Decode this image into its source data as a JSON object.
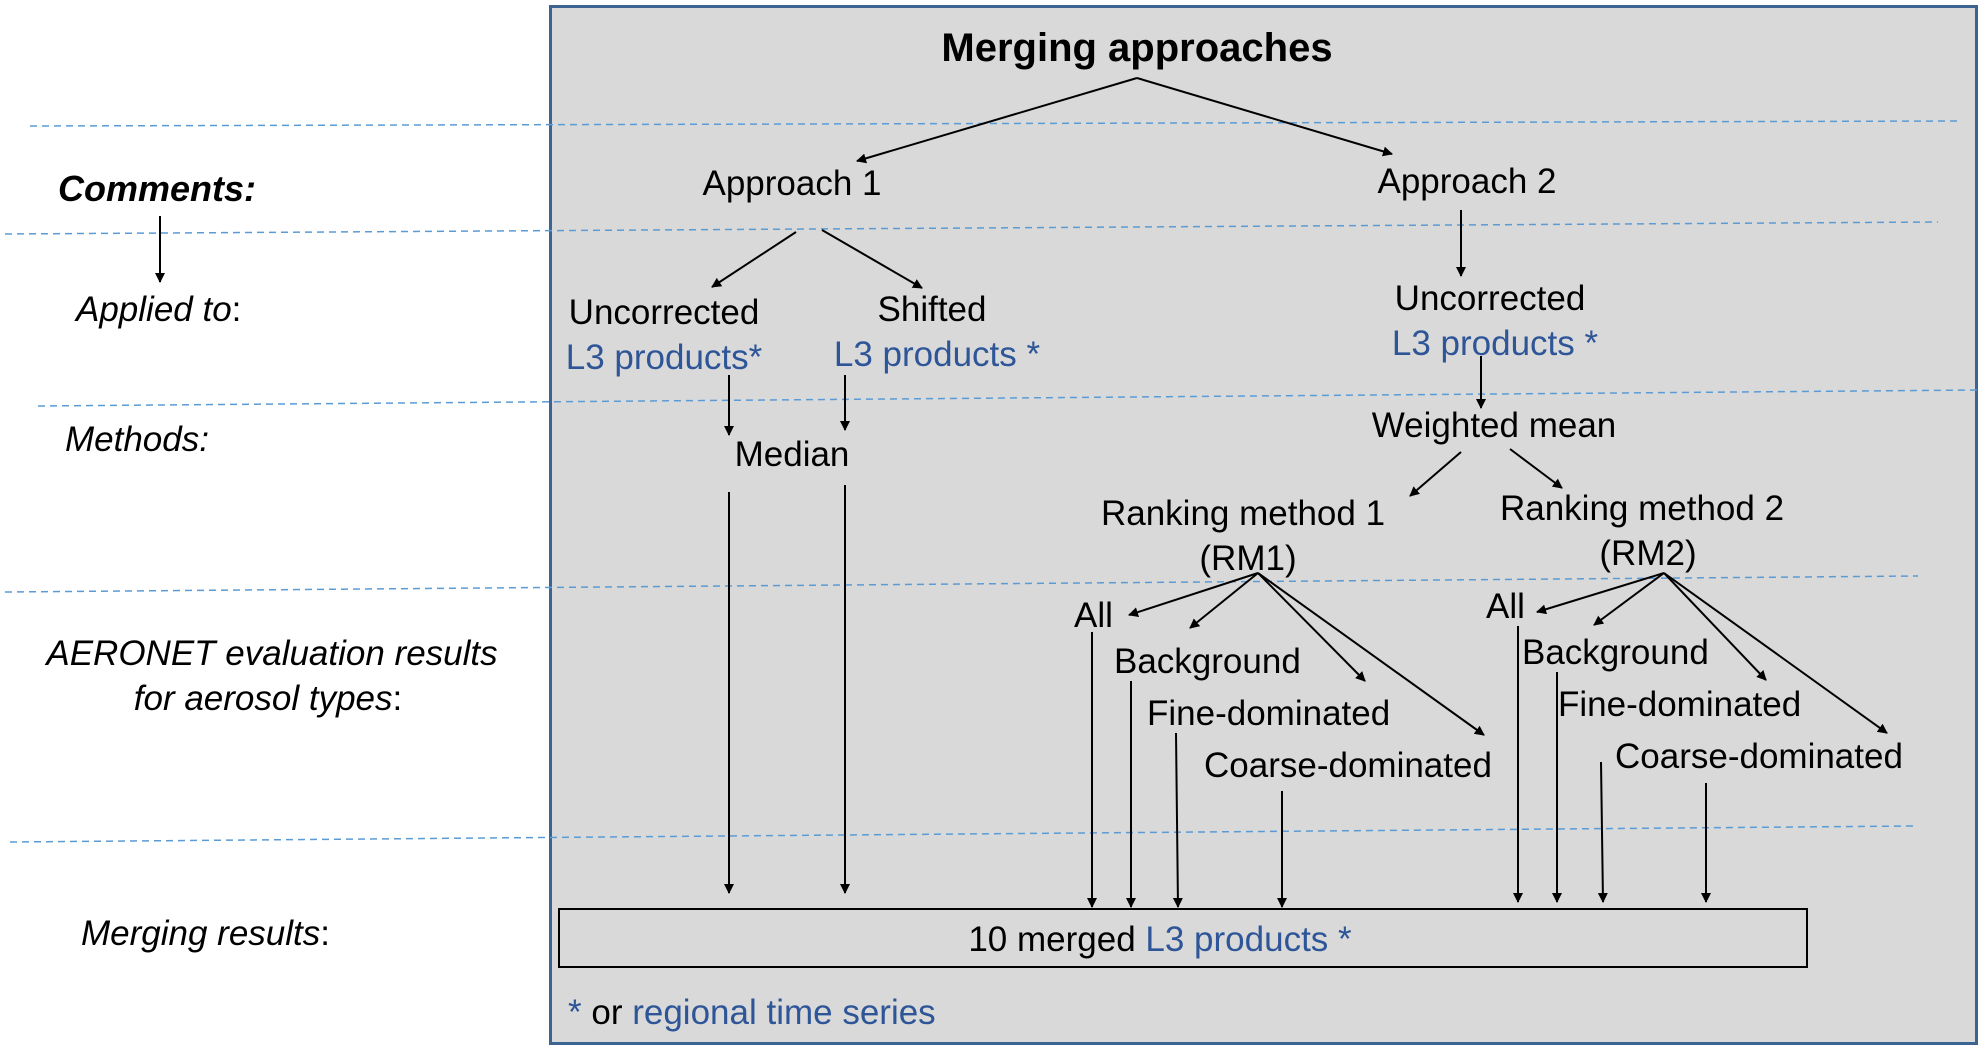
{
  "title": "Merging approaches",
  "labels": {
    "comments": "Comments:",
    "applied_to": "Applied to",
    "methods": "Methods:",
    "aeronet_line1": "AERONET evaluation results",
    "aeronet_line2": "for aerosol types",
    "merging_results": "Merging results",
    "colon": ":"
  },
  "approach1": {
    "label": "Approach 1",
    "uncorrected": "Uncorrected",
    "uncorrected_products": "L3 products*",
    "shifted": "Shifted",
    "shifted_products": "L3 products *",
    "method": "Median"
  },
  "approach2": {
    "label": "Approach 2",
    "uncorrected": "Uncorrected",
    "uncorrected_products": "L3 products *",
    "method": "Weighted mean",
    "rm1": {
      "line1": "Ranking method 1",
      "line2": "(RM1)",
      "types": [
        "All",
        "Background",
        "Fine-dominated",
        "Coarse-dominated"
      ]
    },
    "rm2": {
      "line1": "Ranking method 2",
      "line2": "(RM2)",
      "types": [
        "All",
        "Background",
        "Fine-dominated",
        "Coarse-dominated"
      ]
    }
  },
  "result": {
    "prefix": "10 merged",
    "products": "L3 products *"
  },
  "footnote": {
    "star": "*",
    "or": "or",
    "text": "regional time series"
  },
  "colors": {
    "panel_bg": "#d9d9d9",
    "panel_border": "#3b6493",
    "accent_blue": "#2e5597",
    "dashed_line": "#5b9bd5"
  }
}
